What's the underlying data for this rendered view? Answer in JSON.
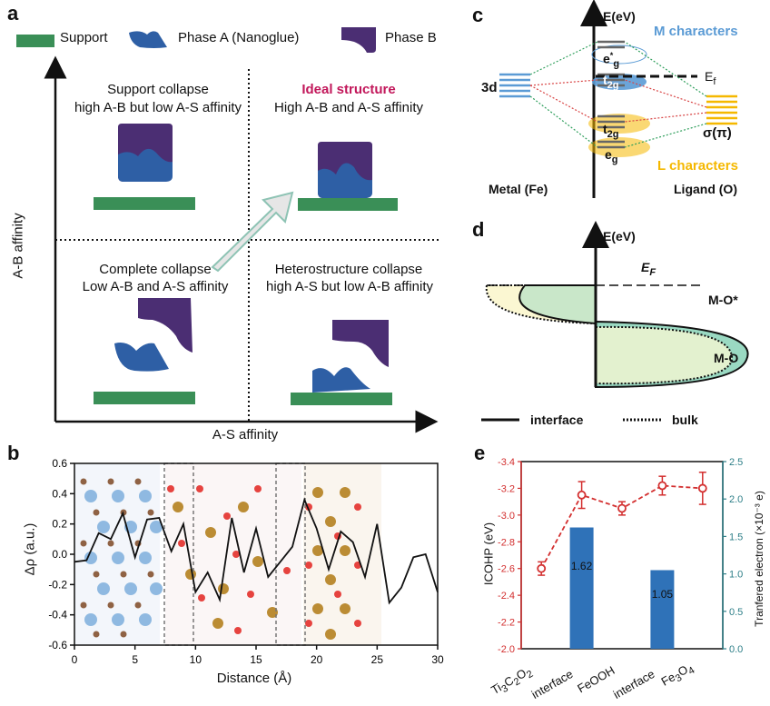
{
  "panel_a": {
    "letter": "a",
    "legend": {
      "support": "Support",
      "phase_a": "Phase A (Nanoglue)",
      "phase_b": "Phase B"
    },
    "colors": {
      "support": "#3a8f57",
      "phase_a": "#2e5fa5",
      "phase_b": "#4b2e73",
      "arrow": "#e6e6e6",
      "arrow_edge": "#8ec3b4",
      "ideal": "#c2185b"
    },
    "quadrants": {
      "top_left": {
        "line1": "Support collapse",
        "line2": "high A-B but low A-S affinity"
      },
      "top_right": {
        "line1": "Ideal structure",
        "line2": "High A-B and A-S affinity"
      },
      "bottom_left": {
        "line1": "Complete collapse",
        "line2": "Low A-B and A-S affinity"
      },
      "bottom_right": {
        "line1": "Heterostructure collapse",
        "line2": "high A-S but low A-B affinity"
      }
    },
    "y_axis": "A-B affinity",
    "x_axis": "A-S affinity"
  },
  "panel_b": {
    "letter": "b",
    "y_axis": "Δρ (a.u.)",
    "x_axis": "Distance (Å)",
    "yticks": [
      "0.6",
      "0.4",
      "0.2",
      "0.0",
      "-0.2",
      "-0.4",
      "-0.6"
    ],
    "xticks": [
      "0",
      "5",
      "10",
      "15",
      "20",
      "25",
      "30"
    ]
  },
  "panel_c": {
    "letter": "c",
    "energy_axis": "E(eV)",
    "m_characters": "M characters",
    "l_characters": "L characters",
    "metal_orbital": "3d",
    "eg_star": "e",
    "eg_star_sub": "g",
    "eg_star_sup": "*",
    "t2g_top": "t",
    "t2g_top_sub": "2g",
    "t2g_bot": "t",
    "t2g_bot_sub": "2g",
    "eg_bot": "e",
    "eg_bot_sub": "g",
    "fermi": "E",
    "fermi_sub": "f",
    "ligand_orbital": "σ(π)",
    "metal_label": "Metal (Fe)",
    "ligand_label": "Ligand (O)",
    "colors": {
      "m": "#5b9bd5",
      "l": "#f5b800"
    }
  },
  "panel_d": {
    "letter": "d",
    "energy_axis": "E(eV)",
    "fermi": "E",
    "fermi_sub": "F",
    "mo_star": "M-O*",
    "mo": "M-O",
    "legend_interface": "interface",
    "legend_bulk": "bulk"
  },
  "panel_e": {
    "letter": "e",
    "left_axis": "ICOHP (eV)",
    "right_axis": "Tranfered electron (×10⁻³ e)",
    "left_ticks": [
      "-3.4",
      "-3.2",
      "-3.0",
      "-2.8",
      "-2.6",
      "-2.4",
      "-2.2",
      "-2.0"
    ],
    "right_ticks": [
      "2.5",
      "2.0",
      "1.5",
      "1.0",
      "0.5",
      "0.0"
    ],
    "categories": [
      {
        "main": "Ti",
        "s1": "3",
        "m2": "C",
        "s2": "2",
        "m3": "O",
        "s3": "2"
      },
      {
        "main": "interface"
      },
      {
        "main": "FeOOH"
      },
      {
        "main": "interface"
      },
      {
        "main": "Fe",
        "s1": "3",
        "m2": "O",
        "s2": "4"
      }
    ],
    "bar_labels": [
      "1.62",
      "1.05"
    ]
  },
  "chart_data": [
    {
      "type": "bar",
      "categories": [
        "Ti3C2O2",
        "interface",
        "FeOOH",
        "interface",
        "Fe3O4"
      ],
      "series": [
        {
          "name": "ICOHP",
          "type": "line",
          "values": [
            -2.6,
            -3.15,
            -3.05,
            -3.22,
            -3.2
          ],
          "errors": [
            0.05,
            0.1,
            0.05,
            0.07,
            0.12
          ],
          "axis": "left",
          "color": "#d32f2f"
        },
        {
          "name": "Transferred electron",
          "type": "bar",
          "values": [
            null,
            1.62,
            null,
            1.05,
            null
          ],
          "axis": "right",
          "color": "#2f72b8"
        }
      ],
      "ylabel": "ICOHP (eV)",
      "y2label": "Tranfered electron (×10⁻³ e)",
      "ylim": [
        -2.0,
        -3.4
      ],
      "y2lim": [
        0.0,
        2.5
      ]
    },
    {
      "type": "line",
      "x": [
        0,
        1,
        2,
        3,
        4,
        5,
        6,
        7,
        8,
        9,
        10,
        11,
        12,
        13,
        14,
        15,
        16,
        17,
        18,
        19,
        20,
        21,
        22,
        23,
        24,
        25,
        26,
        27,
        28,
        29,
        30
      ],
      "series": [
        {
          "values": [
            -0.05,
            -0.04,
            0.14,
            0.1,
            0.27,
            -0.02,
            0.23,
            0.24,
            0.02,
            0.2,
            -0.25,
            -0.12,
            -0.3,
            0.24,
            -0.12,
            0.17,
            -0.15,
            -0.05,
            0.05,
            0.36,
            0.17,
            -0.1,
            0.15,
            0.08,
            -0.15,
            0.2,
            -0.32,
            -0.22,
            -0.02,
            0.0,
            -0.25
          ]
        }
      ],
      "xlabel": "Distance (Å)",
      "ylabel": "Δρ (a.u.)",
      "xlim": [
        0,
        30
      ],
      "ylim": [
        -0.6,
        0.6
      ]
    }
  ]
}
